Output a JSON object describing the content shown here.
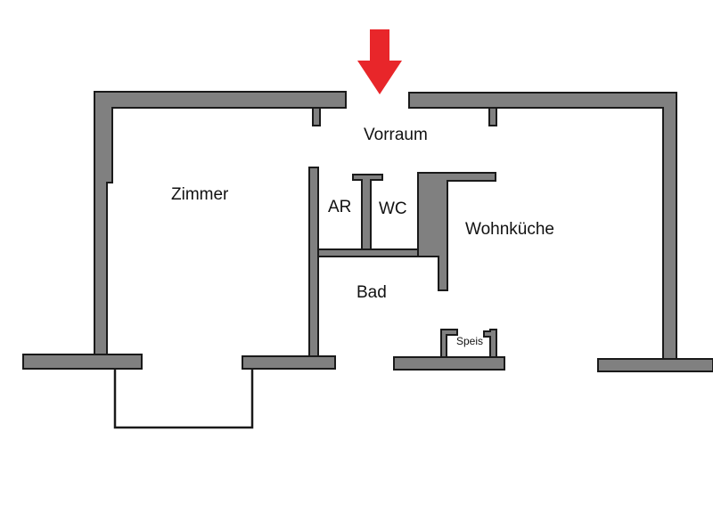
{
  "rooms": {
    "vorraum": "Vorraum",
    "zimmer": "Zimmer",
    "ar": "AR",
    "wc": "WC",
    "wohnkueche": "Wohnküche",
    "bad": "Bad",
    "speis": "Speis"
  },
  "colors": {
    "wall_fill": "#808080",
    "wall_outline": "#1a1a1a",
    "entrance_arrow": "#e8262a"
  },
  "icons": {
    "entrance": "arrow-down-icon"
  }
}
